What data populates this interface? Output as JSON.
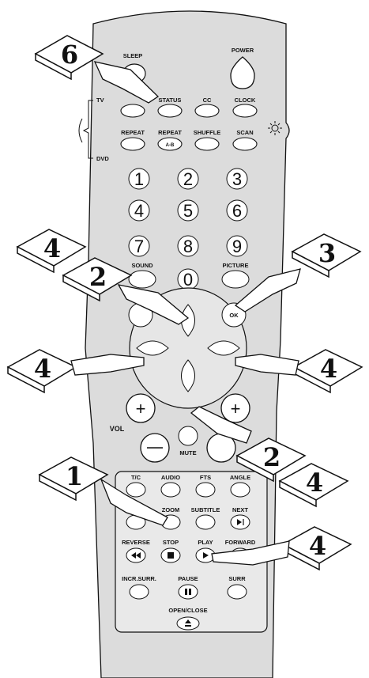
{
  "remote": {
    "power_label": "POWER",
    "sleep_label": "SLEEP",
    "row1": [
      "STATUS",
      "CC",
      "CLOCK"
    ],
    "mode_labels": [
      "TV",
      "DVD"
    ],
    "row2": [
      "REPEAT",
      "REPEAT",
      "SHUFFLE",
      "SCAN"
    ],
    "repeat_ab": "A-B",
    "digits": [
      "1",
      "2",
      "3",
      "4",
      "5",
      "6",
      "7",
      "8",
      "9",
      "0"
    ],
    "sound_label": "SOUND",
    "picture_label": "PICTURE",
    "ok_label": "OK",
    "vol_label": "VOL",
    "mute_label": "MUTE",
    "dvd_row1": [
      "T/C",
      "AUDIO",
      "FTS",
      "ANGLE"
    ],
    "dvd_row2": [
      "ZOOM",
      "SUBTITLE",
      "NEXT"
    ],
    "dvd_row3": [
      "REVERSE",
      "STOP",
      "PLAY",
      "FORWARD"
    ],
    "incr_surr": "INCR.SURR.",
    "pause_label": "PAUSE",
    "surr_label": "SURR",
    "open_close": "OPEN/CLOSE"
  },
  "callouts": [
    "6",
    "4",
    "2",
    "3",
    "4",
    "4",
    "2",
    "4",
    "1",
    "4"
  ],
  "icons": {
    "brightness": "sun-icon",
    "reverse": "rewind-icon",
    "stop": "stop-icon",
    "play": "play-icon",
    "pause": "pause-icon",
    "next": "next-icon",
    "eject": "eject-icon"
  }
}
